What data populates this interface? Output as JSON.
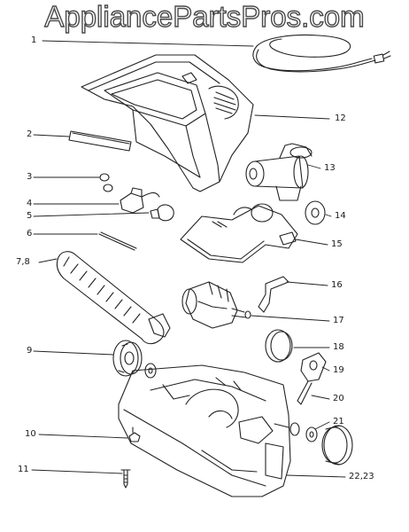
{
  "watermark": "AppliancePartsPros.com",
  "callouts": [
    {
      "id": "1",
      "label": "1"
    },
    {
      "id": "2",
      "label": "2"
    },
    {
      "id": "3",
      "label": "3"
    },
    {
      "id": "4",
      "label": "4"
    },
    {
      "id": "5",
      "label": "5"
    },
    {
      "id": "6",
      "label": "6"
    },
    {
      "id": "7-8",
      "label": "7,8"
    },
    {
      "id": "9",
      "label": "9"
    },
    {
      "id": "10",
      "label": "10"
    },
    {
      "id": "11",
      "label": "11"
    },
    {
      "id": "12",
      "label": "12"
    },
    {
      "id": "13",
      "label": "13"
    },
    {
      "id": "14",
      "label": "14"
    },
    {
      "id": "15",
      "label": "15"
    },
    {
      "id": "16",
      "label": "16"
    },
    {
      "id": "17",
      "label": "17"
    },
    {
      "id": "18",
      "label": "18"
    },
    {
      "id": "19",
      "label": "19"
    },
    {
      "id": "20",
      "label": "20"
    },
    {
      "id": "21",
      "label": "21"
    },
    {
      "id": "22-23",
      "label": "22,23"
    }
  ]
}
